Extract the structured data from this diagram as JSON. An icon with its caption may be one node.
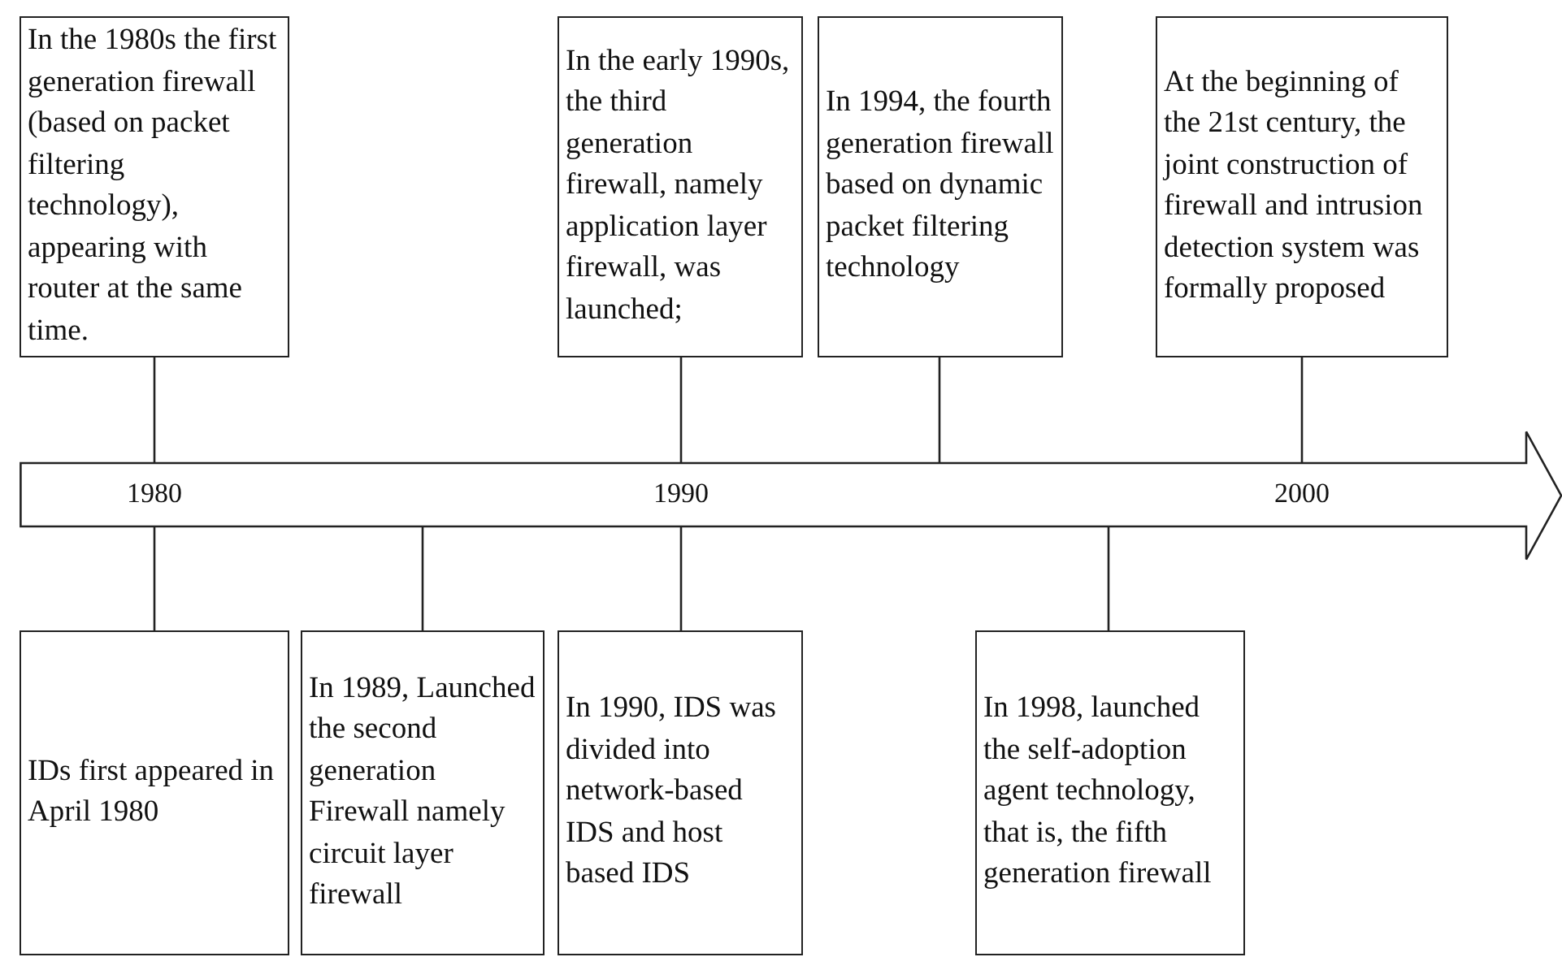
{
  "diagram": {
    "nodes": [
      {
        "text": [
          "In the 1980s the first generation firewall (based on packet filtering technology), appearing with router at the same time."
        ]
      },
      {
        "text": [
          "In the early 1990s, the third generation firewall, namely application layer firewall, was launched;"
        ]
      },
      {
        "text": [
          "In 1994, the fourth generation firewall based on dynamic packet filtering technology"
        ]
      },
      {
        "text": [
          "At the beginning of the 21st century, the joint construction of firewall and intrusion detection system was formally proposed"
        ]
      },
      {
        "text": [
          "1980",
          "1990",
          "2000"
        ]
      },
      {
        "text": [
          "IDs first appeared in April 1980"
        ]
      },
      {
        "text": [
          "In 1989, Launched the second generation Firewall namely circuit layer firewall"
        ]
      },
      {
        "text": [
          "In 1990, IDS was divided into network-based IDS and host based IDS"
        ]
      },
      {
        "text": [
          "In 1998, launched the self-adoption agent technology, that is, the fifth generation firewall"
        ]
      }
    ],
    "edges": [
      {
        "from": 0,
        "to": 4,
        "arrow": "none"
      },
      {
        "from": 1,
        "to": 4,
        "arrow": "none"
      },
      {
        "from": 2,
        "to": 4,
        "arrow": "none"
      },
      {
        "from": 3,
        "to": 4,
        "arrow": "none"
      },
      {
        "from": 5,
        "to": 4,
        "arrow": "none"
      },
      {
        "from": 6,
        "to": 4,
        "arrow": "none"
      },
      {
        "from": 7,
        "to": 4,
        "arrow": "none"
      },
      {
        "from": 8,
        "to": 4,
        "arrow": "none"
      }
    ]
  }
}
